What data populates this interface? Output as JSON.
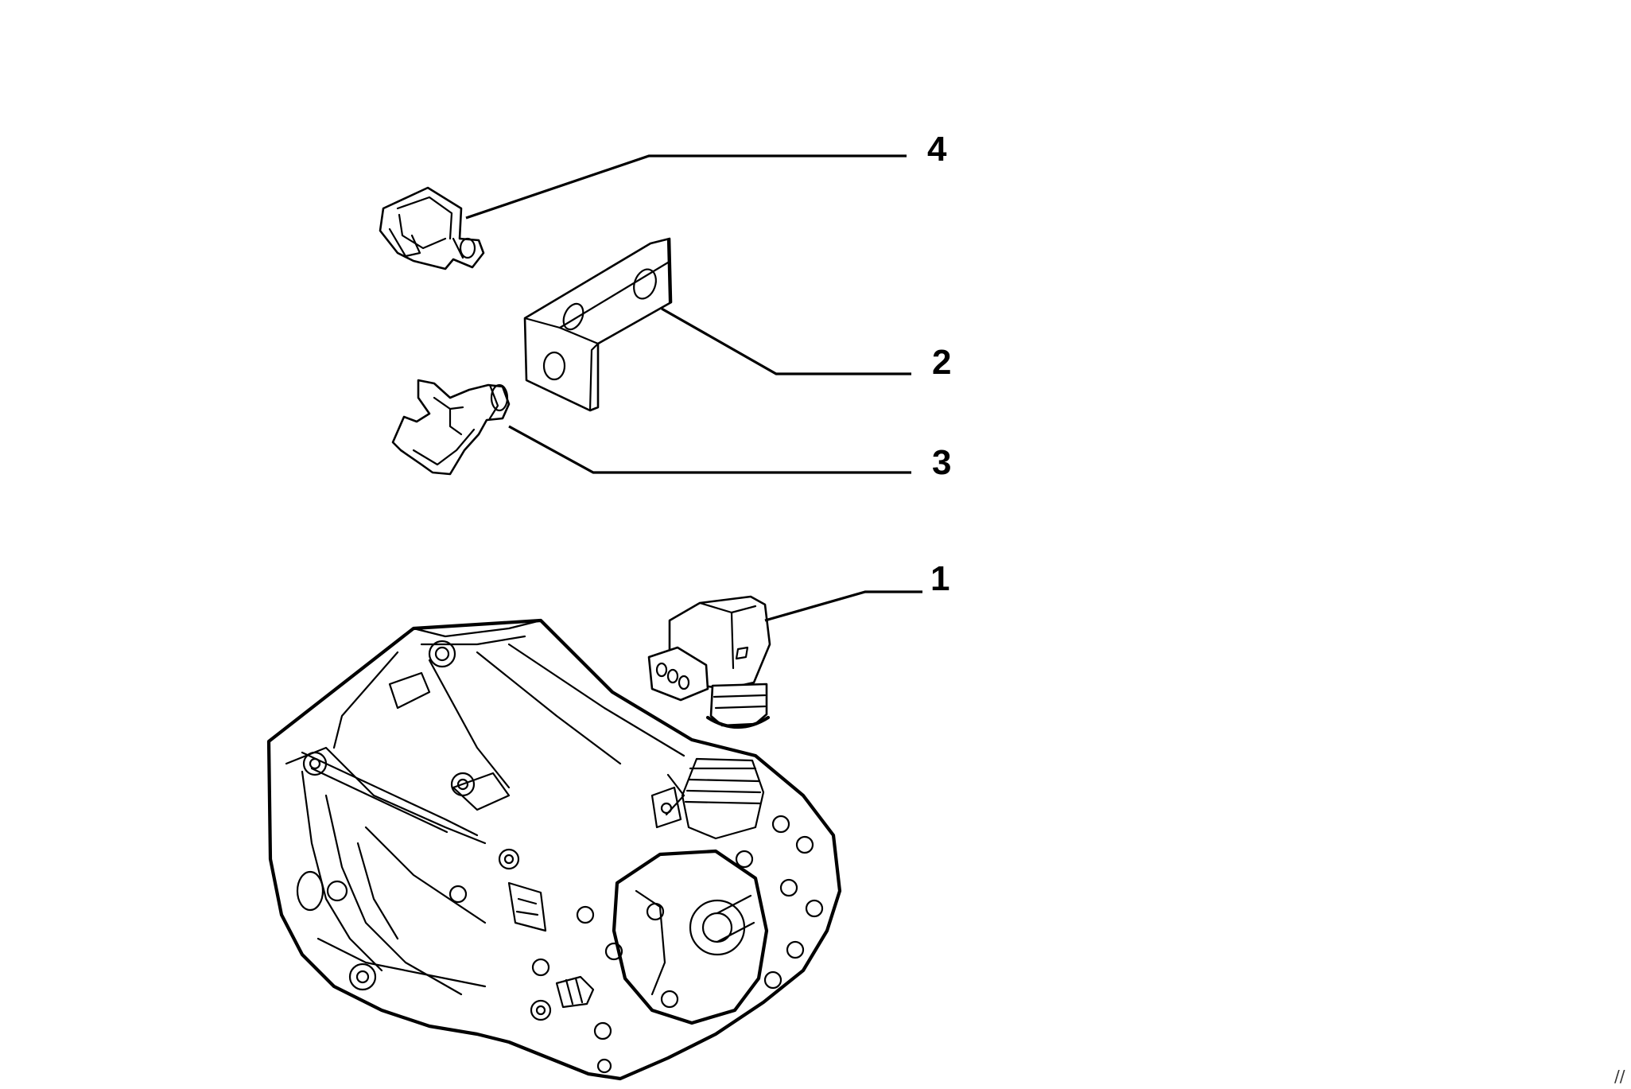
{
  "callouts": [
    {
      "id": "4",
      "label": "4"
    },
    {
      "id": "2",
      "label": "2"
    },
    {
      "id": "3",
      "label": "3"
    },
    {
      "id": "1",
      "label": "1"
    }
  ],
  "corner_mark": "//"
}
